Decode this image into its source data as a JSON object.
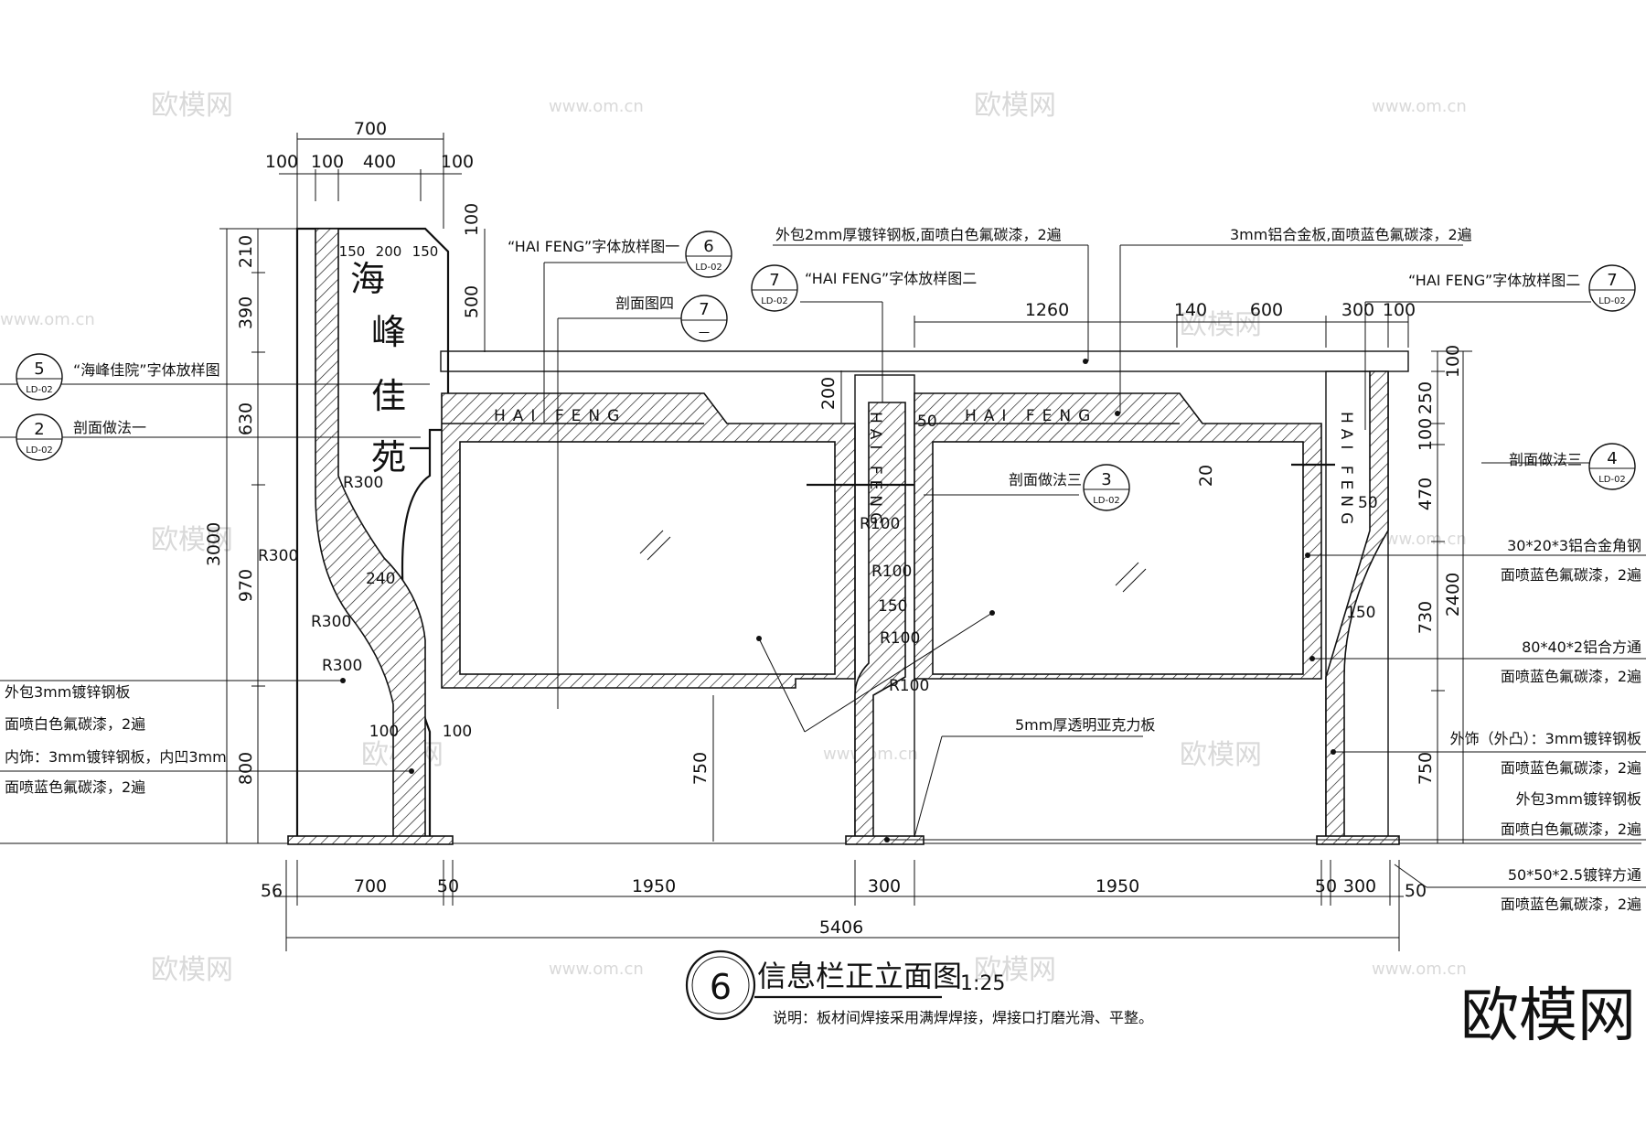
{
  "drawing": {
    "number": "6",
    "title": "信息栏正立面图",
    "scale": "1:25",
    "note": "说明：板材间焊接采用满焊焊接，焊接口打磨光滑、平整。"
  },
  "brand_watermark": "欧模网",
  "watermarks": {
    "site": "欧模网",
    "url": "www.om.cn"
  },
  "callouts": [
    {
      "num": "6",
      "ref": "LD-02",
      "label": "“HAI FENG”字体放样图一"
    },
    {
      "num": "7",
      "ref": "一",
      "label": "剖面图四"
    },
    {
      "num": "7",
      "ref": "LD-02",
      "label": "“HAI FENG”字体放样图二"
    },
    {
      "num": "7",
      "ref": "LD-02",
      "label": "“HAI FENG”字体放样图二"
    },
    {
      "num": "5",
      "ref": "LD-02",
      "label": "“海峰佳院”字体放样图"
    },
    {
      "num": "2",
      "ref": "LD-02",
      "label": "剖面做法一"
    },
    {
      "num": "3",
      "ref": "LD-02",
      "label": "剖面做法三"
    },
    {
      "num": "4",
      "ref": "LD-02",
      "label": "剖面做法三"
    }
  ],
  "notes": {
    "top_plate": "外包2mm厚镀锌钢板,面喷白色氟碳漆，2遍",
    "top_alu": "3mm铝合金板,面喷蓝色氟碳漆，2遍",
    "left_1a": "外包3mm镀锌钢板",
    "left_1b": "面喷白色氟碳漆，2遍",
    "left_2a": "内饰：3mm镀锌钢板，内凹3mm",
    "left_2b": "面喷蓝色氟碳漆，2遍",
    "acrylic": "5mm厚透明亚克力板",
    "r1a": "30*20*3铝合金角钢",
    "r1b": "面喷蓝色氟碳漆，2遍",
    "r2a": "80*40*2铝合方通",
    "r2b": "面喷蓝色氟碳漆，2遍",
    "r3a": "外饰（外凸）：3mm镀锌钢板",
    "r3b": "面喷蓝色氟碳漆，2遍",
    "r4a": "外包3mm镀锌钢板",
    "r4b": "面喷白色氟碳漆，2遍",
    "r5a": "50*50*2.5镀锌方通",
    "r5b": "面喷蓝色氟碳漆，2遍"
  },
  "sign_text": {
    "c1": "海",
    "c2": "峰",
    "c3": "佳",
    "c4": "苑",
    "haifeng": "HAI FENG"
  },
  "dims": {
    "top_700": "700",
    "t100a": "100",
    "t100b": "100",
    "t400": "400",
    "t100c": "100",
    "t150a": "150",
    "t200": "200",
    "t150b": "150",
    "v100": "100",
    "v500": "500",
    "l210": "210",
    "l390": "390",
    "l630": "630",
    "l970": "970",
    "l800": "800",
    "l3000": "3000",
    "r_a": "R300",
    "r_b": "R300",
    "r_c": "R300",
    "r_d": "R300",
    "d240": "240",
    "b100a": "100",
    "b100b": "100",
    "d200": "200",
    "d50a": "50",
    "d20": "20",
    "d750": "750",
    "rr100a": "R100",
    "rr100b": "R100",
    "rr100c": "R100",
    "rr100d": "R100",
    "d150a": "150",
    "d150b": "150",
    "h1260": "1260",
    "h140": "140",
    "h600": "600",
    "h300": "300",
    "h100": "100",
    "rv100": "100",
    "rv250": "250",
    "rv100b": "100",
    "rv470": "470",
    "rv730": "730",
    "rv750": "750",
    "rv2400": "2400",
    "d50b": "50",
    "b56": "56",
    "b700": "700",
    "b50a": "50",
    "b1950a": "1950",
    "b300a": "300",
    "b1950b": "1950",
    "b50b": "50",
    "b300b": "300",
    "b50c": "50",
    "b5406": "5406"
  }
}
